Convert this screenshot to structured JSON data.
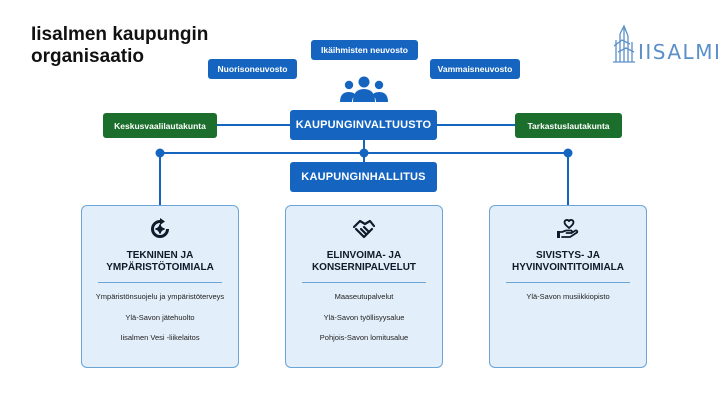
{
  "title": "Iisalmen kaupungin\norganisaatio",
  "logo": {
    "text": "IISALMI",
    "icon": "city-tower-icon"
  },
  "councils": {
    "youth": "Nuorisoneuvosto",
    "elderly": "Ikäihmisten neuvosto",
    "disability": "Vammaisneuvosto",
    "icon": "people-group-icon"
  },
  "election_board": "Keskusvaalilautakunta",
  "audit_board": "Tarkastuslautakunta",
  "city_council": "KAUPUNGINVALTUUSTO",
  "city_board": "KAUPUNGINHALLITUS",
  "departments": [
    {
      "icon": "recycle-gear-icon",
      "title": "TEKNINEN JA\nYMPÄRISTÖTOIMIALA",
      "items": [
        "Ympäristönsuojelu ja ympäristöterveys",
        "Ylä-Savon jätehuolto",
        "Iisalmen Vesi -liikelaitos"
      ]
    },
    {
      "icon": "handshake-icon",
      "title": "ELINVOIMA- JA\nKONSERNIPALVELUT",
      "items": [
        "Maaseutupalvelut",
        "Ylä-Savon työllisyysalue",
        "Pohjois-Savon lomitusalue"
      ]
    },
    {
      "icon": "heart-hand-icon",
      "title": "SIVISTYS- JA\nHYVINVOINTITOIMIALA",
      "items": [
        "Ylä-Savon musiikkiopisto"
      ]
    }
  ],
  "colors": {
    "primary_blue": "#1565c0",
    "green": "#1b6e2b",
    "card_bg": "#e2eef9",
    "card_border": "#6ba5d8",
    "logo": "#5a8fc9"
  }
}
